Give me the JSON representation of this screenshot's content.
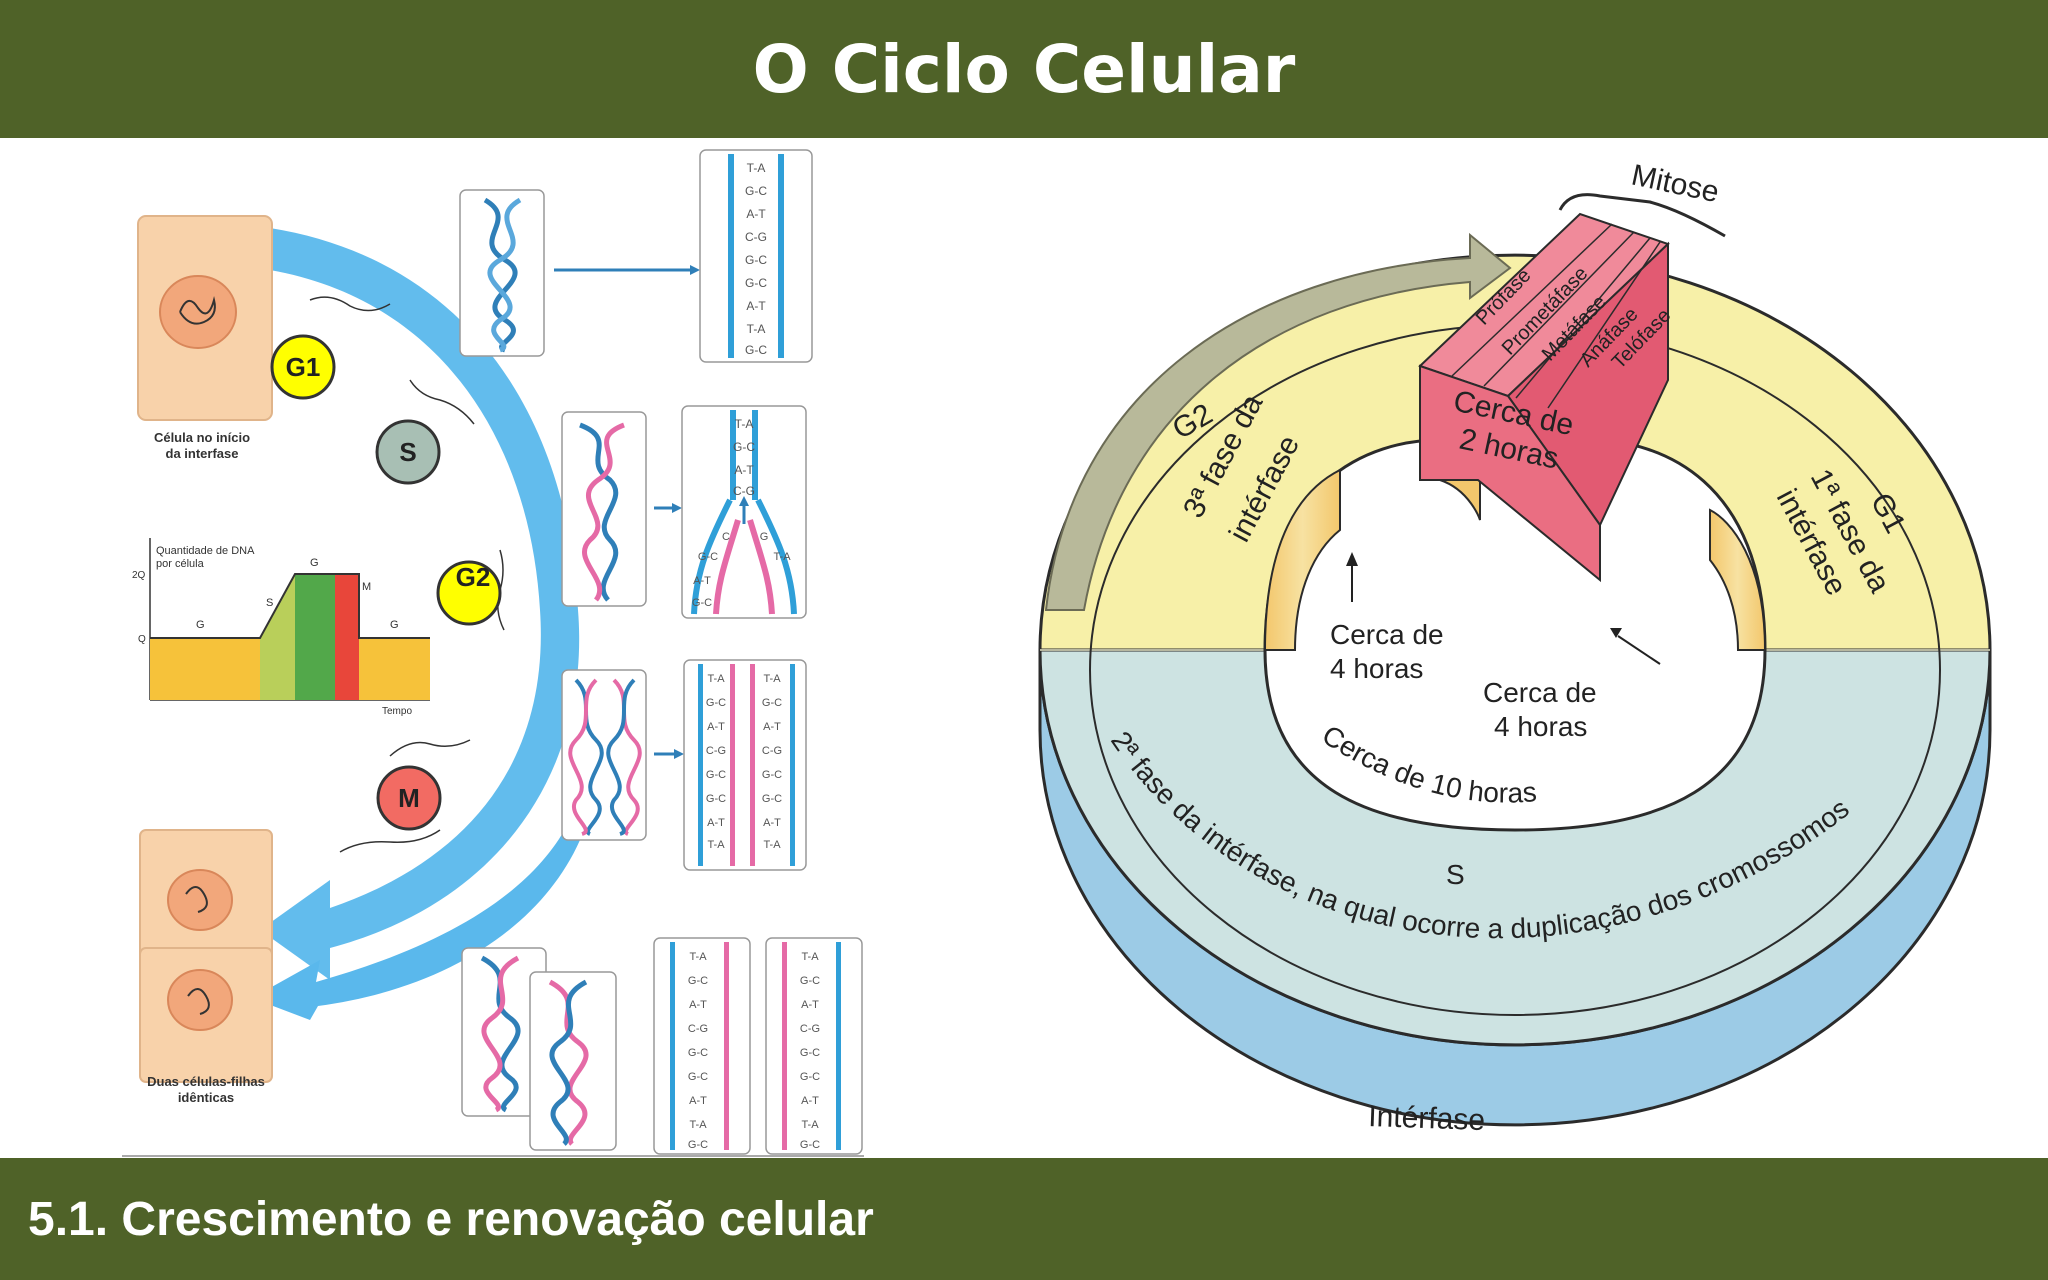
{
  "slide": {
    "title": "O Ciclo Celular",
    "subtitle": "5.1. Crescimento e renovação celular"
  },
  "left_diagram": {
    "cell_start_label_1": "Célula no início",
    "cell_start_label_2": "da interfase",
    "cell_end_label_1": "Duas células-filhas",
    "cell_end_label_2": "idênticas",
    "phase_badges": [
      {
        "label": "G1",
        "color": "#ffff00"
      },
      {
        "label": "S",
        "color": "#a8bfb4"
      },
      {
        "label": "G2",
        "color": "#ffff00"
      },
      {
        "label": "M",
        "color": "#f26b63"
      }
    ],
    "graph": {
      "ylabel_1": "Quantidade de DNA",
      "ylabel_2": "por célula",
      "y_tick_high": "2Q",
      "y_tick_low": "Q",
      "xlabel": "Tempo",
      "phase_g1": "G",
      "phase_s": "S",
      "phase_g2": "G",
      "phase_m": "M",
      "phase_g1_end": "G"
    },
    "base_pairs_top": [
      "T-A",
      "G-C",
      "A-T",
      "C-G",
      "G-C",
      "G-C",
      "A-T",
      "T-A",
      "G-C"
    ],
    "base_pairs_mid": [
      "T-A",
      "G-C",
      "A-T",
      "C-G"
    ],
    "base_pairs_fork": [
      "G-C",
      "C",
      "G",
      "T-A",
      "A-T",
      "G-C"
    ]
  },
  "right_diagram": {
    "mitosis_title": "Mitose",
    "mitosis_phases": [
      "Prófase",
      "Prometáfase",
      "Metáfase",
      "Anáfase",
      "Telófase"
    ],
    "mitosis_duration_1": "Cerca de",
    "mitosis_duration_2": "2 horas",
    "g2_label": "G2",
    "g2_desc_1": "3ª fase da",
    "g2_desc_2": "intérfase",
    "g1_label": "G1",
    "g1_desc_1": "1ª fase da",
    "g1_desc_2": "intérfase",
    "g2_duration_1": "Cerca de",
    "g2_duration_2": "4 horas",
    "g1_duration_1": "Cerca de",
    "g1_duration_2": "4 horas",
    "s_duration": "Cerca de 10 horas",
    "s_label": "S",
    "s_desc": "2ª fase da intérfase, na qual ocorre a duplicação dos cromossomos",
    "interphase_label": "Intérfase",
    "colors": {
      "g_phase": "#f7f0a8",
      "s_phase": "#cde3e2",
      "mitosis": "#e8677c",
      "side": "#9ccbe6"
    }
  }
}
